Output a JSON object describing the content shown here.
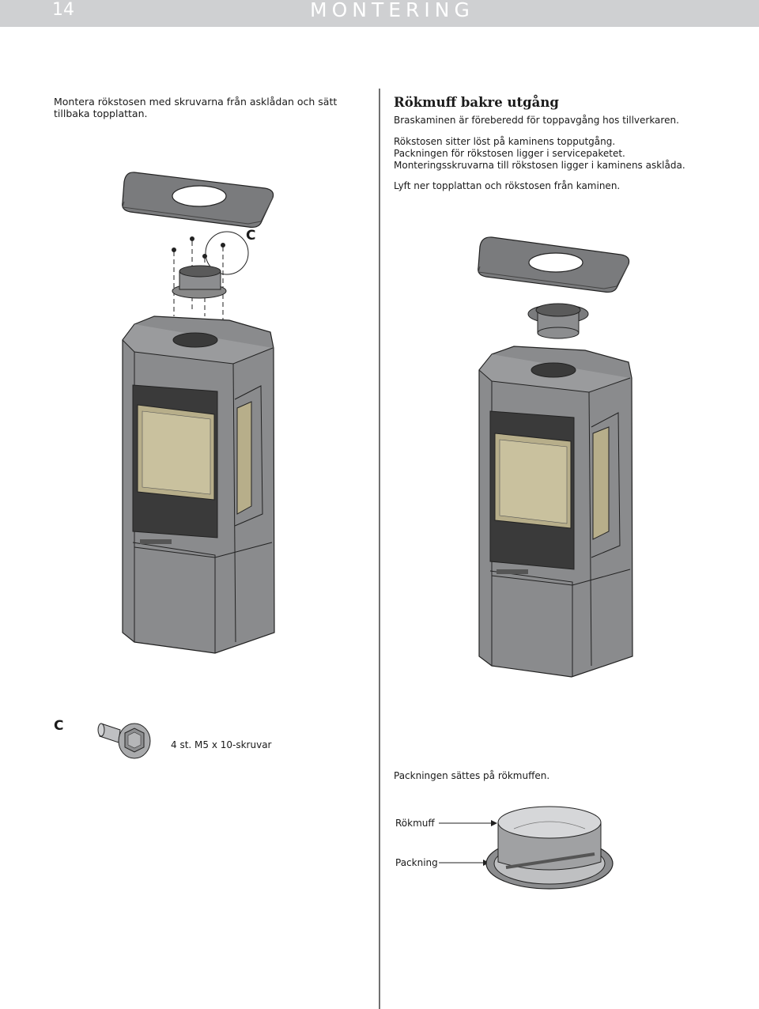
{
  "header": {
    "page_number": "14",
    "section_title": "MONTERING"
  },
  "left": {
    "instruction": "Montera rökstosen med skruvarna från asklådan och sätt tillbaka topplattan.",
    "callout_letter": "C",
    "parts_callout_letter": "C",
    "screw_caption": "4 st. M5 x 10-skruvar"
  },
  "right": {
    "title": "Rökmuff bakre utgång",
    "lines": [
      "Braskaminen är föreberedd för toppavgång hos tillverkaren.",
      "Rökstosen sitter löst på kaminens topputgång.",
      "Packningen för rökstosen ligger i servicepaketet.",
      "Monteringsskruvarna till rökstosen ligger i kaminens asklåda.",
      "Lyft ner topplattan och rökstosen från kaminen."
    ],
    "gasket_note": "Packningen sättes på rökmuffen.",
    "label_muff": "Rökmuff",
    "label_gasket": "Packning"
  },
  "colors": {
    "header_bg": "#cfd0d2",
    "stove_body": "#8a8b8d",
    "stove_dark": "#3a3a3a",
    "glass": "#b7ae8a"
  }
}
